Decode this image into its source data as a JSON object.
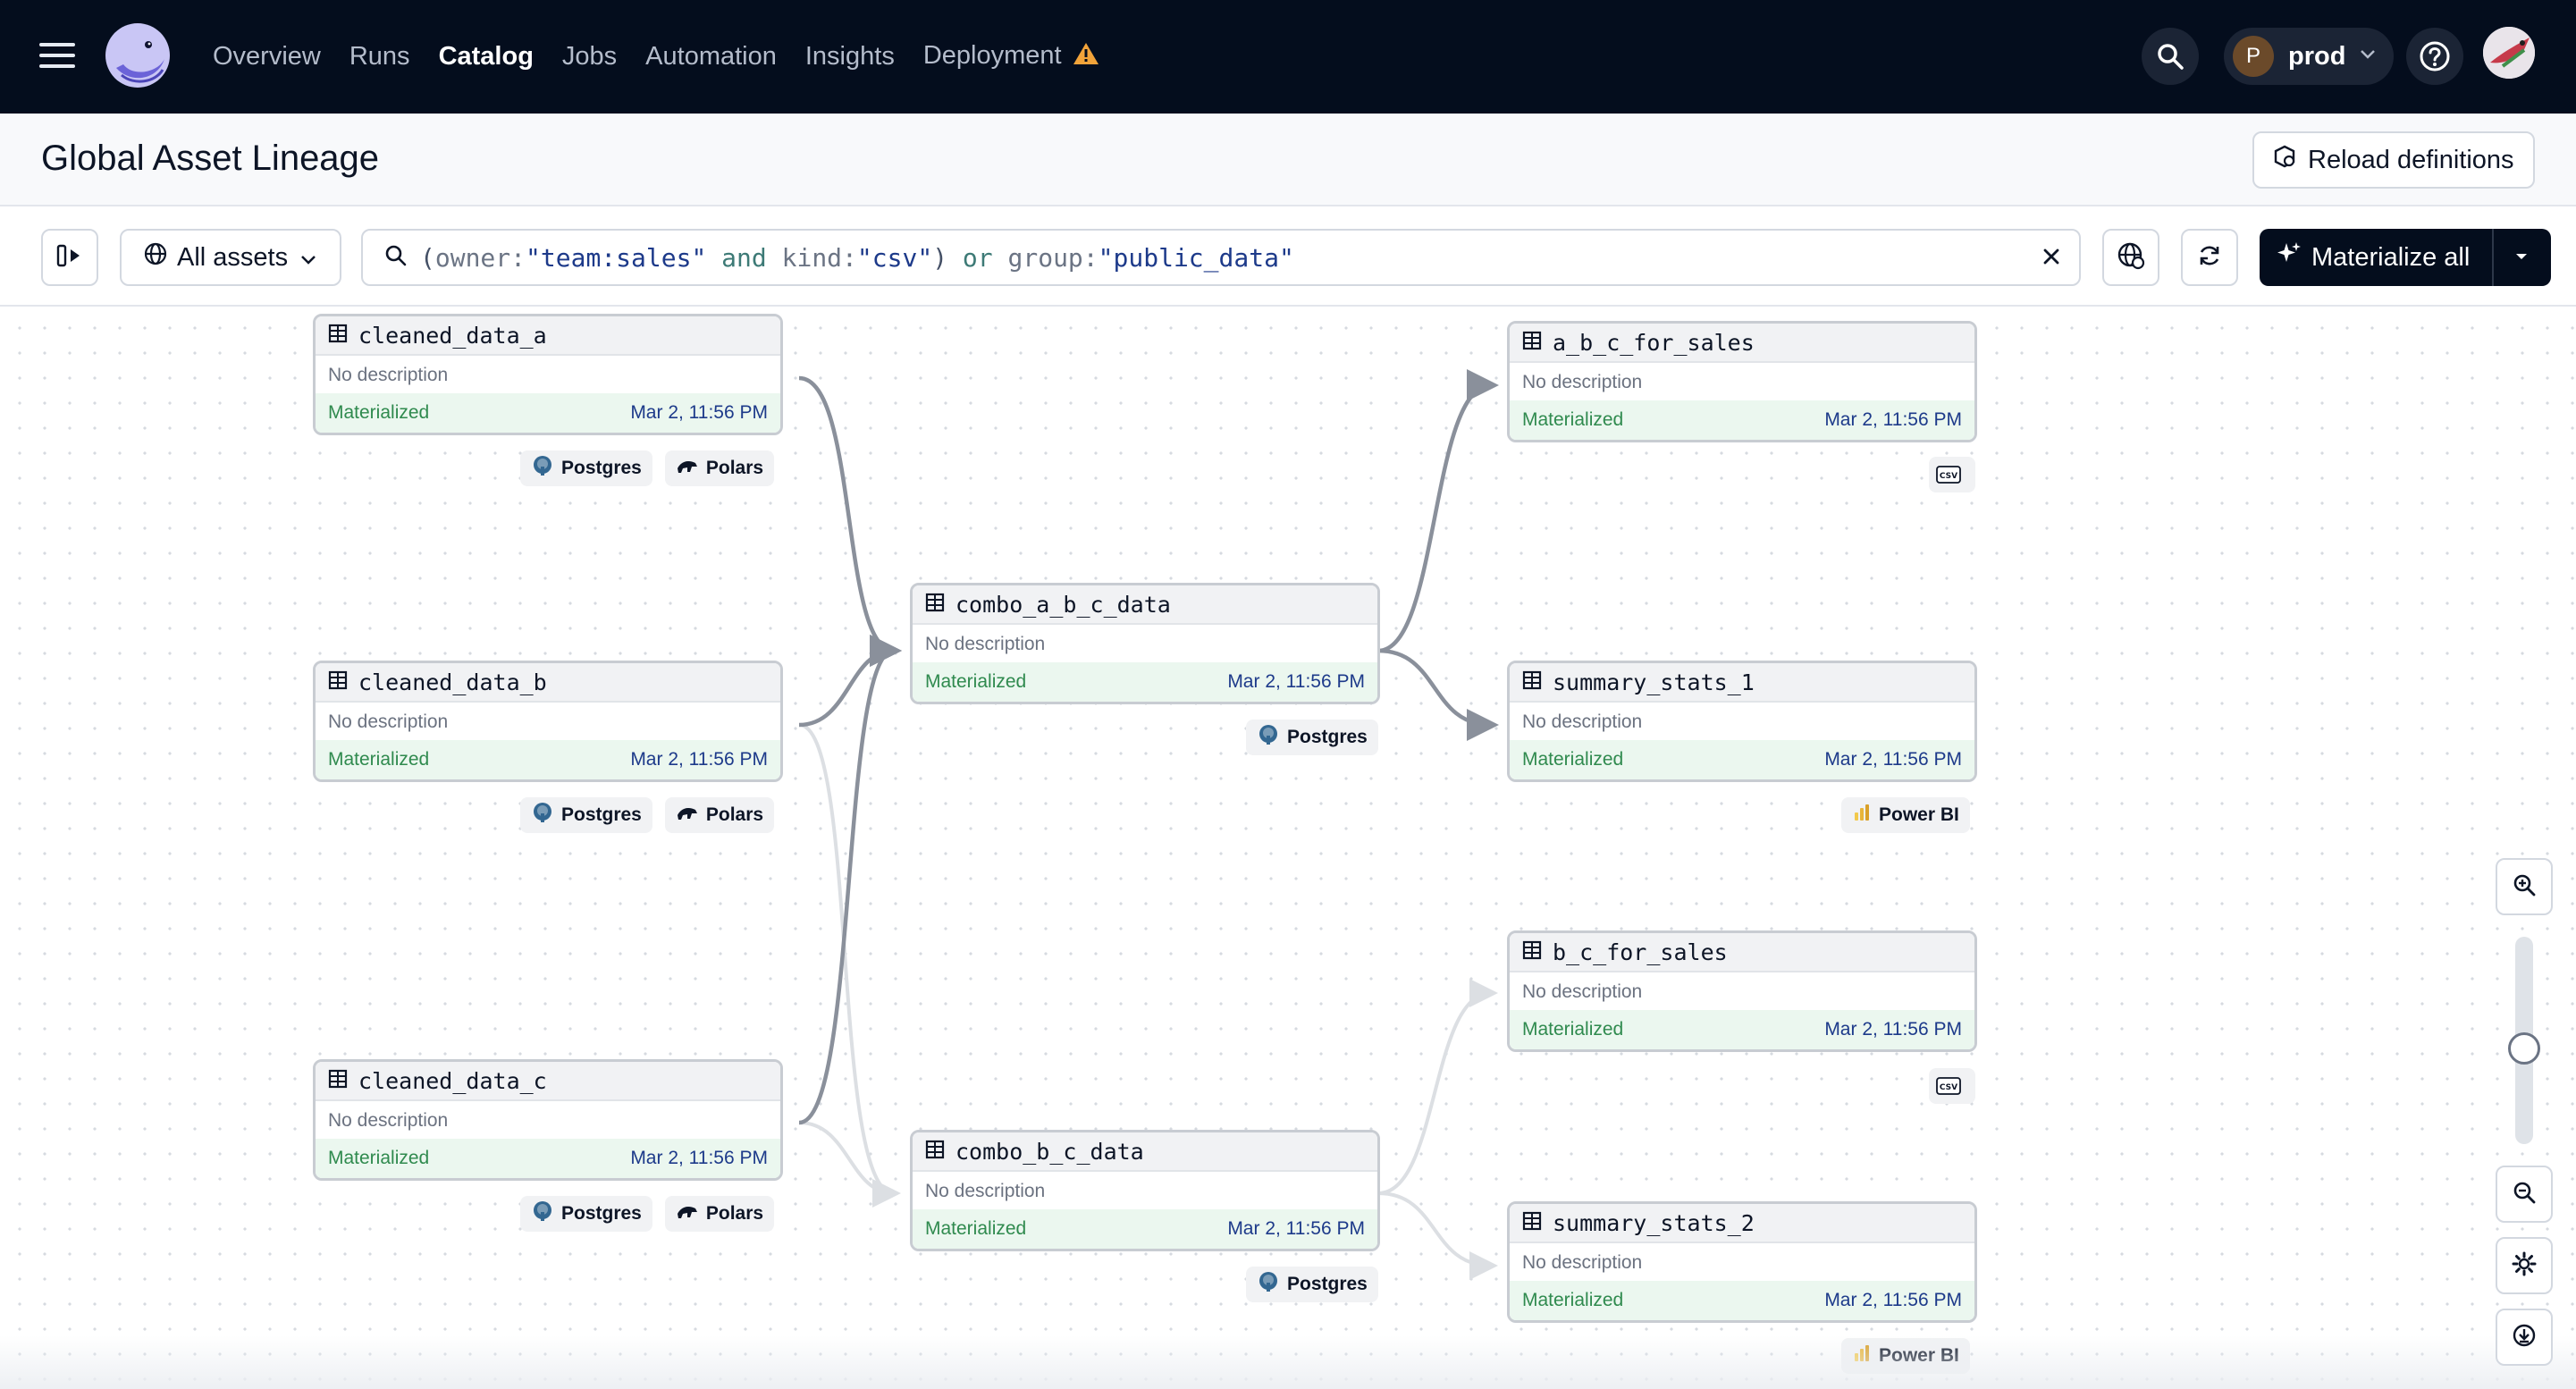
{
  "nav": {
    "links": [
      "Overview",
      "Runs",
      "Catalog",
      "Jobs",
      "Automation",
      "Insights",
      "Deployment"
    ],
    "active": "Catalog",
    "deployment": {
      "initial": "P",
      "name": "prod"
    }
  },
  "header": {
    "title": "Global Asset Lineage",
    "reload_label": "Reload definitions"
  },
  "toolbar": {
    "scope_label": "All assets",
    "query": {
      "open": "(",
      "k1": "owner:",
      "v1": "\"team:sales\"",
      "and": " and ",
      "k2": "kind:",
      "v2": "\"csv\"",
      "close": ")",
      "or": " or ",
      "k3": "group:",
      "v3": "\"public_data\""
    },
    "materialize_label": "Materialize all"
  },
  "assets": [
    {
      "name": "cleaned_data_a",
      "description": "No description",
      "status": "Materialized",
      "time": "Mar 2, 11:56 PM",
      "tags": [
        "Postgres",
        "Polars"
      ]
    },
    {
      "name": "cleaned_data_b",
      "description": "No description",
      "status": "Materialized",
      "time": "Mar 2, 11:56 PM",
      "tags": [
        "Postgres",
        "Polars"
      ]
    },
    {
      "name": "cleaned_data_c",
      "description": "No description",
      "status": "Materialized",
      "time": "Mar 2, 11:56 PM",
      "tags": [
        "Postgres",
        "Polars"
      ]
    },
    {
      "name": "combo_a_b_c_data",
      "description": "No description",
      "status": "Materialized",
      "time": "Mar 2, 11:56 PM",
      "tags": [
        "Postgres"
      ]
    },
    {
      "name": "combo_b_c_data",
      "description": "No description",
      "status": "Materialized",
      "time": "Mar 2, 11:56 PM",
      "tags": [
        "Postgres"
      ]
    },
    {
      "name": "a_b_c_for_sales",
      "description": "No description",
      "status": "Materialized",
      "time": "Mar 2, 11:56 PM",
      "tags": [
        "csv-icon"
      ]
    },
    {
      "name": "summary_stats_1",
      "description": "No description",
      "status": "Materialized",
      "time": "Mar 2, 11:56 PM",
      "tags": [
        "Power BI"
      ]
    },
    {
      "name": "b_c_for_sales",
      "description": "No description",
      "status": "Materialized",
      "time": "Mar 2, 11:56 PM",
      "tags": [
        "csv-icon"
      ]
    },
    {
      "name": "summary_stats_2",
      "description": "No description",
      "status": "Materialized",
      "time": "Mar 2, 11:56 PM",
      "tags": [
        "Power BI"
      ]
    }
  ],
  "zoom": {
    "level": 0.25
  },
  "colors": {
    "nav_bg": "#040d1d",
    "materialized_text": "#2f8a4e",
    "materialized_bg": "#ebf7ef",
    "edge_active": "#8a909b",
    "edge_muted": "#dcdfe3"
  }
}
